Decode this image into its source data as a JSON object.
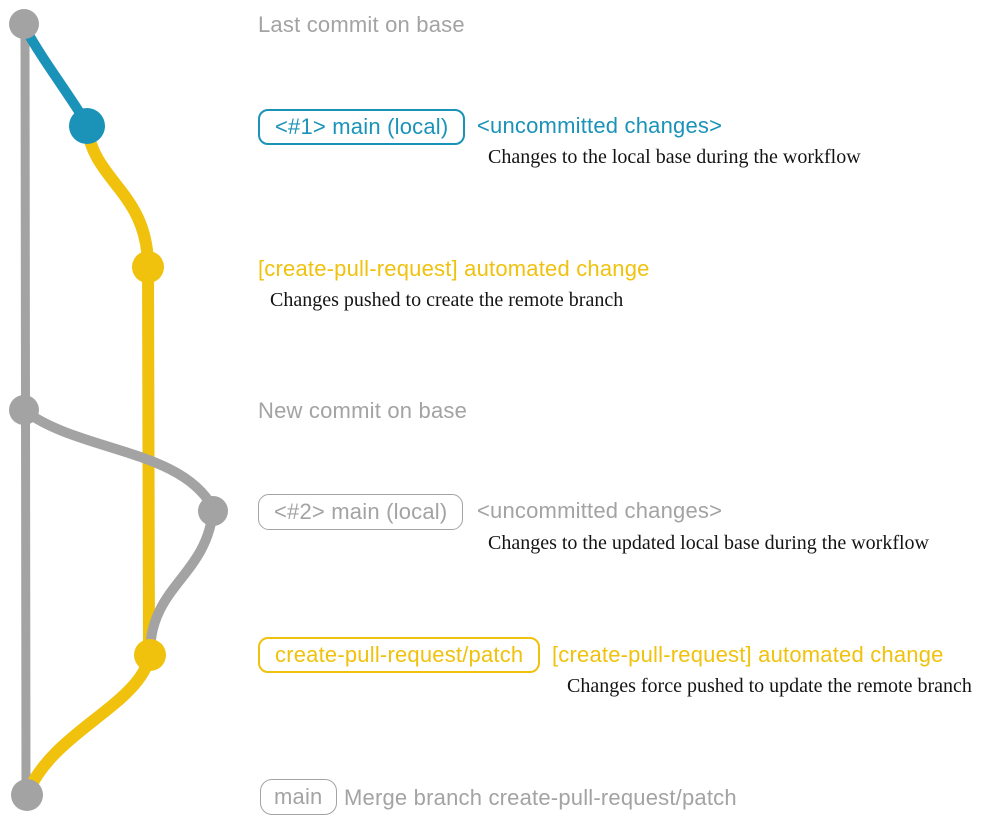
{
  "title": "create-pull-request workflow git graph",
  "colors": {
    "gray": "#a3a3a3",
    "teal": "#1b93b8",
    "yellow": "#f0c20d",
    "description_text": "#141414",
    "background": "#ffffff"
  },
  "graph": {
    "commits": [
      {
        "order": 1,
        "color": "gray",
        "annotation": "Last commit on base"
      },
      {
        "order": 2,
        "color": "teal",
        "annotation": "<#1> main (local)"
      },
      {
        "order": 3,
        "color": "yellow",
        "annotation": "[create-pull-request] automated change"
      },
      {
        "order": 4,
        "color": "gray",
        "annotation": "New commit on base"
      },
      {
        "order": 5,
        "color": "gray",
        "annotation": "<#2> main (local)"
      },
      {
        "order": 6,
        "color": "yellow",
        "annotation": "[create-pull-request] automated change"
      },
      {
        "order": 7,
        "color": "gray",
        "annotation": "Merge branch create-pull-request/patch"
      }
    ]
  },
  "rows": {
    "last_commit": {
      "title": "Last commit on base"
    },
    "commit1": {
      "badge": "<#1> main (local)",
      "note": "<uncommitted changes>",
      "description": "Changes to the local base during the workflow"
    },
    "push1": {
      "label": "[create-pull-request] automated change",
      "description": "Changes pushed to create the remote branch"
    },
    "new_commit": {
      "title": "New commit on base"
    },
    "commit2": {
      "badge": "<#2> main (local)",
      "note": "<uncommitted changes>",
      "description": "Changes to the updated local base during the workflow"
    },
    "push2": {
      "badge": "create-pull-request/patch",
      "label": "[create-pull-request] automated change",
      "description": "Changes force pushed to update the remote branch"
    },
    "merge": {
      "badge": "main",
      "label": "Merge branch create-pull-request/patch"
    }
  }
}
